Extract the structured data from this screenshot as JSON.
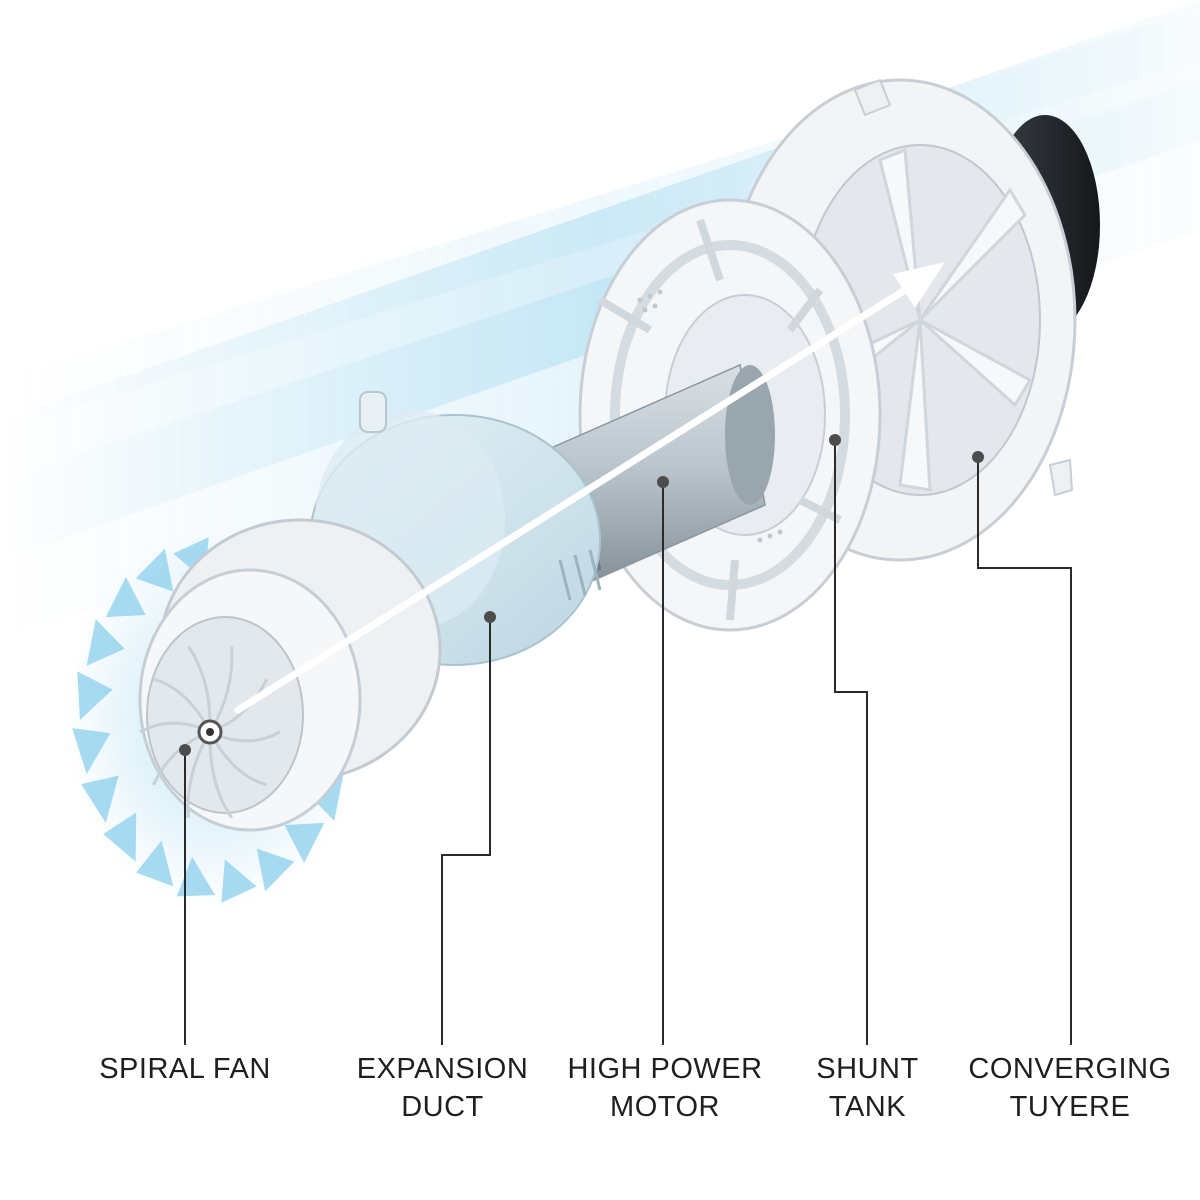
{
  "colors": {
    "airflow": "#7cc9ea",
    "plastic": "#eef1f4",
    "plastic_shade": "#c9d2da",
    "duct_blue": "#d3e8f1",
    "motor_silver": "#a8b3bb",
    "leader": "#2a2a2a",
    "nozzle_dark": "#1c2024",
    "arrow": "#ffffff"
  },
  "components": [
    {
      "id": "spiral-fan",
      "lines": [
        "SPIRAL FAN"
      ]
    },
    {
      "id": "expansion-duct",
      "lines": [
        "EXPANSION",
        "DUCT"
      ]
    },
    {
      "id": "high-power-motor",
      "lines": [
        "HIGH POWER",
        "MOTOR"
      ]
    },
    {
      "id": "shunt-tank",
      "lines": [
        "SHUNT",
        "TANK"
      ]
    },
    {
      "id": "converging-tuyere",
      "lines": [
        "CONVERGING",
        "TUYERE"
      ]
    }
  ]
}
